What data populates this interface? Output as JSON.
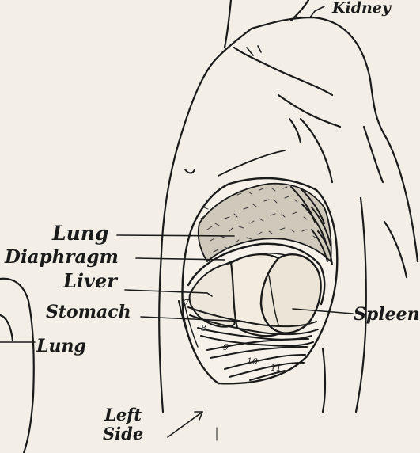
{
  "labels": {
    "kidney": "Kidney",
    "lung_main": "Lung",
    "diaphragm": "Diaphragm",
    "liver": "Liver",
    "stomach": "Stomach",
    "spleen": "Spleen",
    "lung_left": "Lung",
    "left_side_line1": "Left",
    "left_side_line2": "Side"
  },
  "rib_numbers": [
    "7",
    "8",
    "9",
    "10",
    "11"
  ],
  "colors": {
    "ink": "#1a1a1a",
    "paper": "#f3efe6"
  }
}
